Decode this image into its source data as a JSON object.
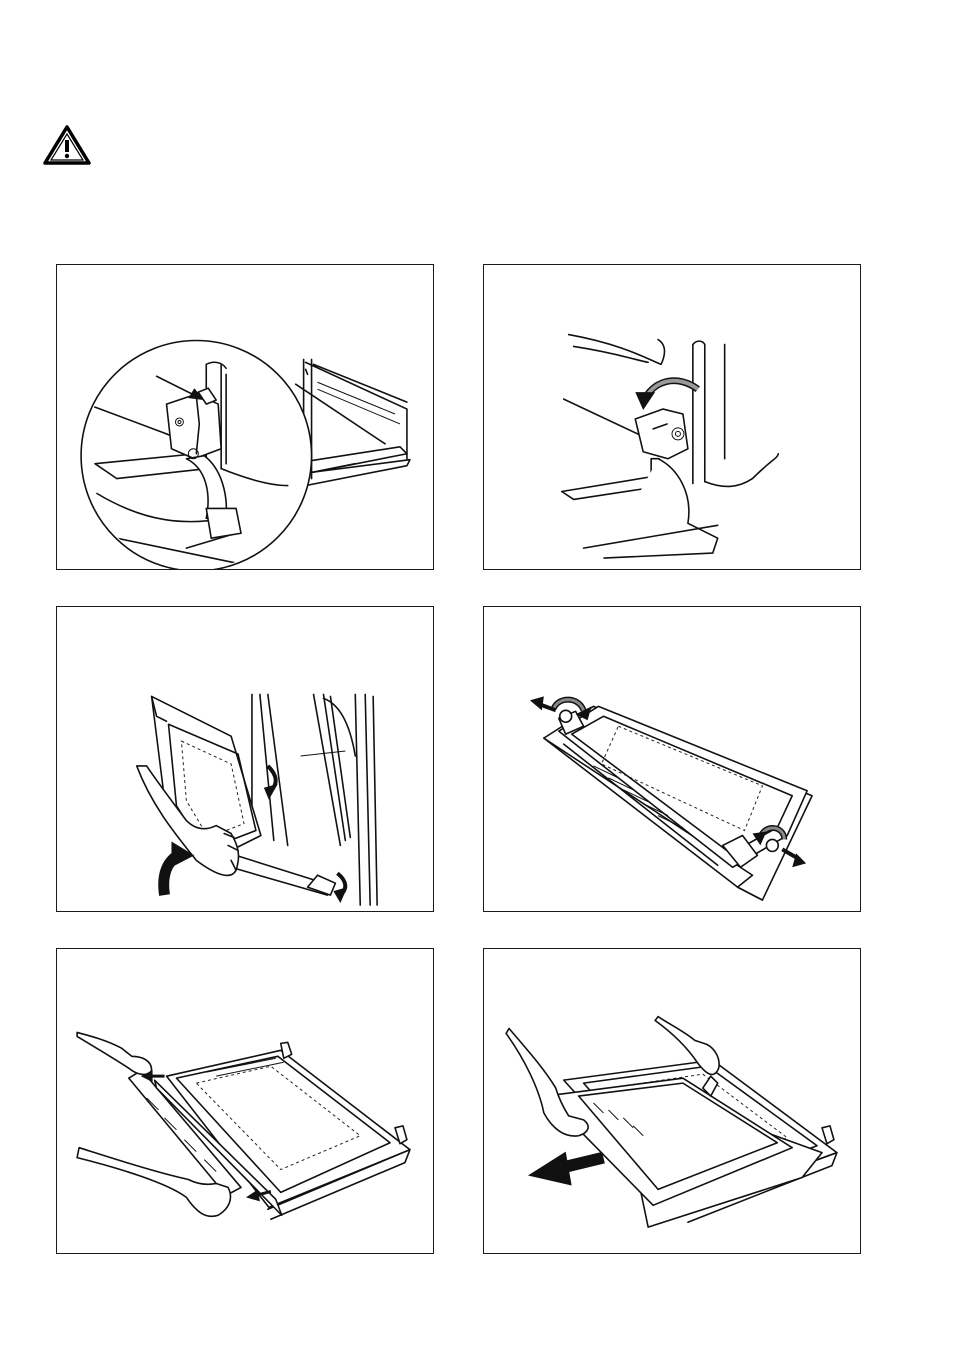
{
  "warning": {
    "icon": "warning-triangle-icon"
  },
  "figures": [
    {
      "id": 1,
      "icon": "hinge-lever-detail-icon"
    },
    {
      "id": 2,
      "icon": "hinge-lever-rotate-icon"
    },
    {
      "id": 3,
      "icon": "door-lift-out-icon"
    },
    {
      "id": 4,
      "icon": "door-screws-remove-icon"
    },
    {
      "id": 5,
      "icon": "door-strip-remove-icon"
    },
    {
      "id": 6,
      "icon": "door-glass-slide-out-icon"
    }
  ]
}
